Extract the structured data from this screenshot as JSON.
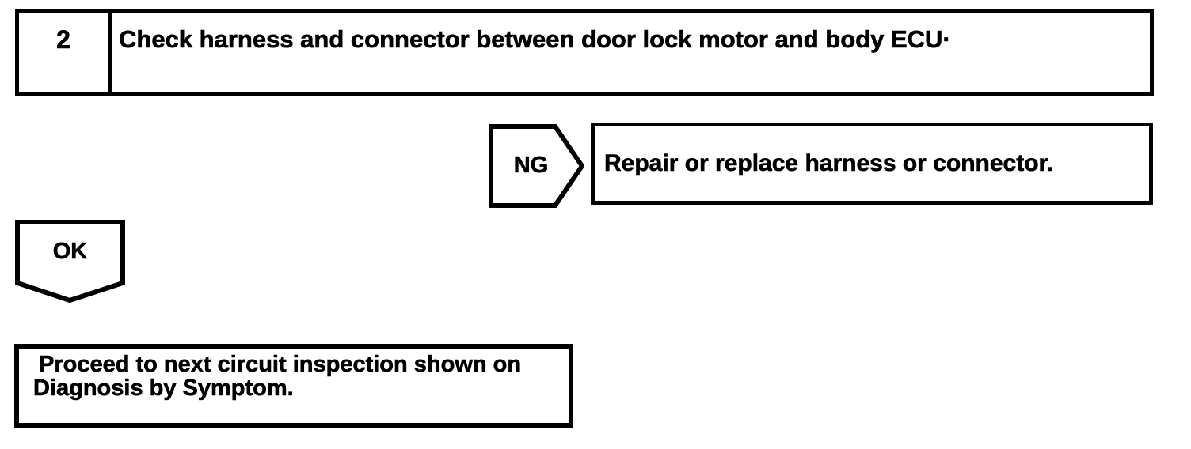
{
  "page": {
    "background_color": "#ffffff",
    "ink_color": "#000000"
  },
  "flowchart": {
    "step_box": {
      "number": "2",
      "instruction": "Check harness and connector between door lock motor and body ECU·"
    },
    "ng_branch": {
      "label": "NG",
      "action": "Repair or replace harness or connector."
    },
    "ok_branch": {
      "label": "OK",
      "action_line1": "Proceed to next circuit inspection shown on",
      "action_line2": "Diagnosis by Symptom."
    }
  }
}
